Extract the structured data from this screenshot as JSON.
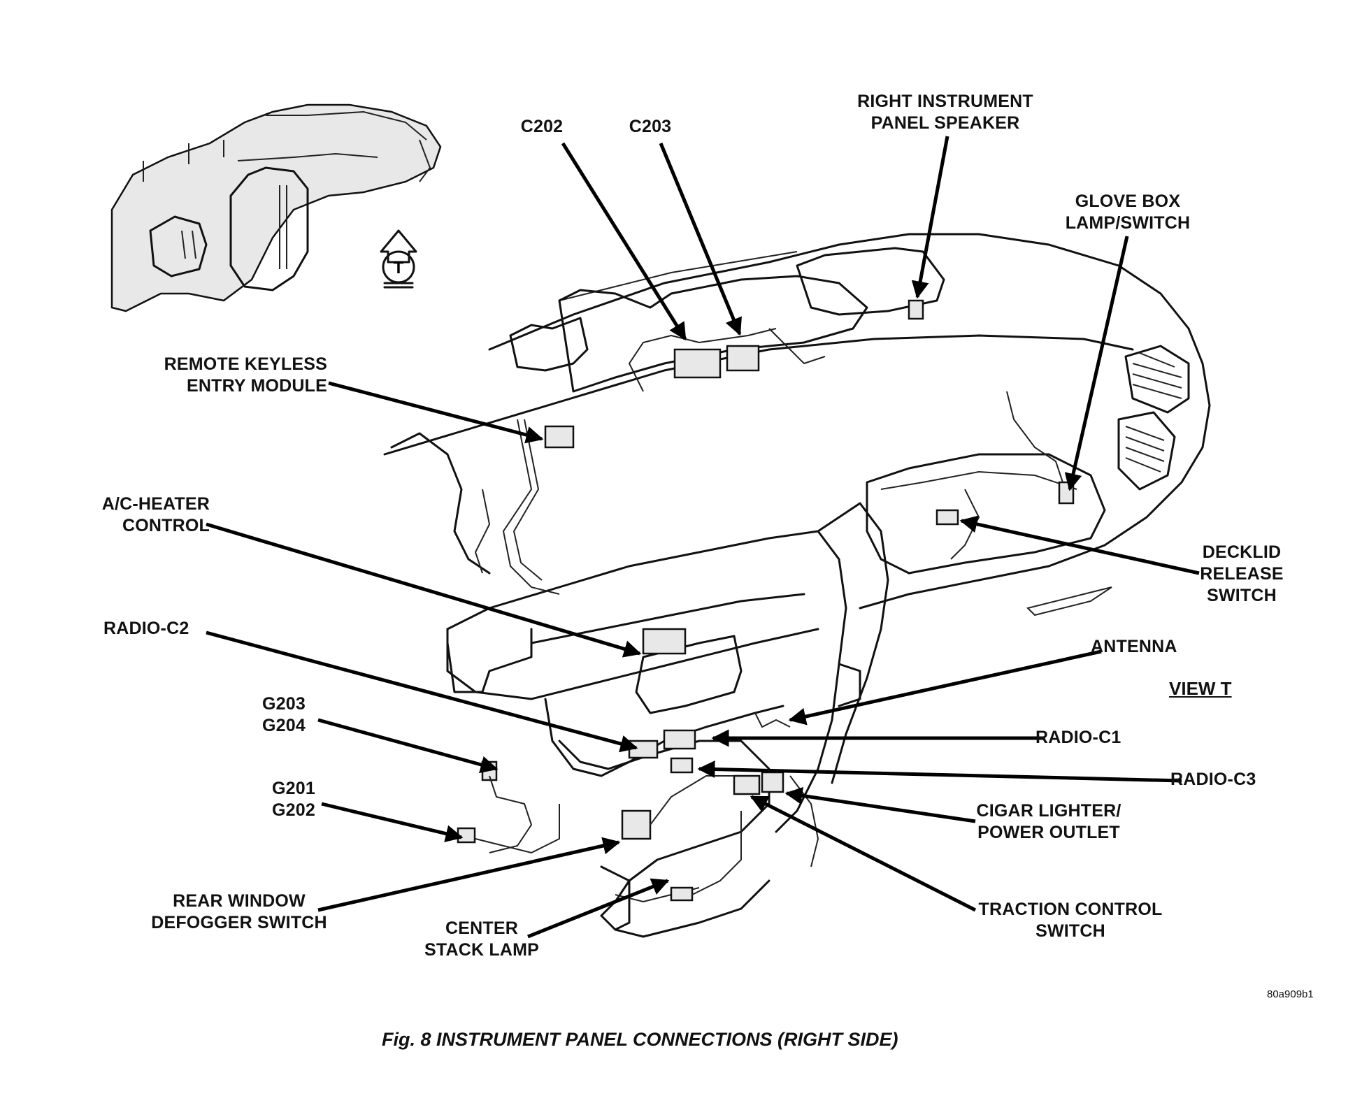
{
  "labels": {
    "c202": "C202",
    "c203": "C203",
    "right_speaker": [
      "RIGHT INSTRUMENT",
      "PANEL SPEAKER"
    ],
    "glove_box": [
      "GLOVE BOX",
      "LAMP/SWITCH"
    ],
    "remote_keyless": [
      "REMOTE KEYLESS",
      "ENTRY MODULE"
    ],
    "ac_heater": [
      "A/C-HEATER",
      "CONTROL"
    ],
    "decklid": [
      "DECKLID",
      "RELEASE",
      "SWITCH"
    ],
    "radio_c2": "RADIO-C2",
    "antenna": "ANTENNA",
    "g203_g204": [
      "G203",
      "G204"
    ],
    "radio_c1": "RADIO-C1",
    "radio_c3": "RADIO-C3",
    "g201_g202": [
      "G201",
      "G202"
    ],
    "cigar_lighter": [
      "CIGAR LIGHTER/",
      "POWER OUTLET"
    ],
    "rear_window": [
      "REAR WINDOW",
      "DEFOGGER SWITCH"
    ],
    "center_stack": [
      "CENTER",
      "STACK LAMP"
    ],
    "traction": [
      "TRACTION CONTROL",
      "SWITCH"
    ]
  },
  "view_label": "VIEW T",
  "view_marker": "T",
  "figure_code": "80a909b1",
  "caption": "Fig. 8 INSTRUMENT PANEL CONNECTIONS (RIGHT SIDE)"
}
